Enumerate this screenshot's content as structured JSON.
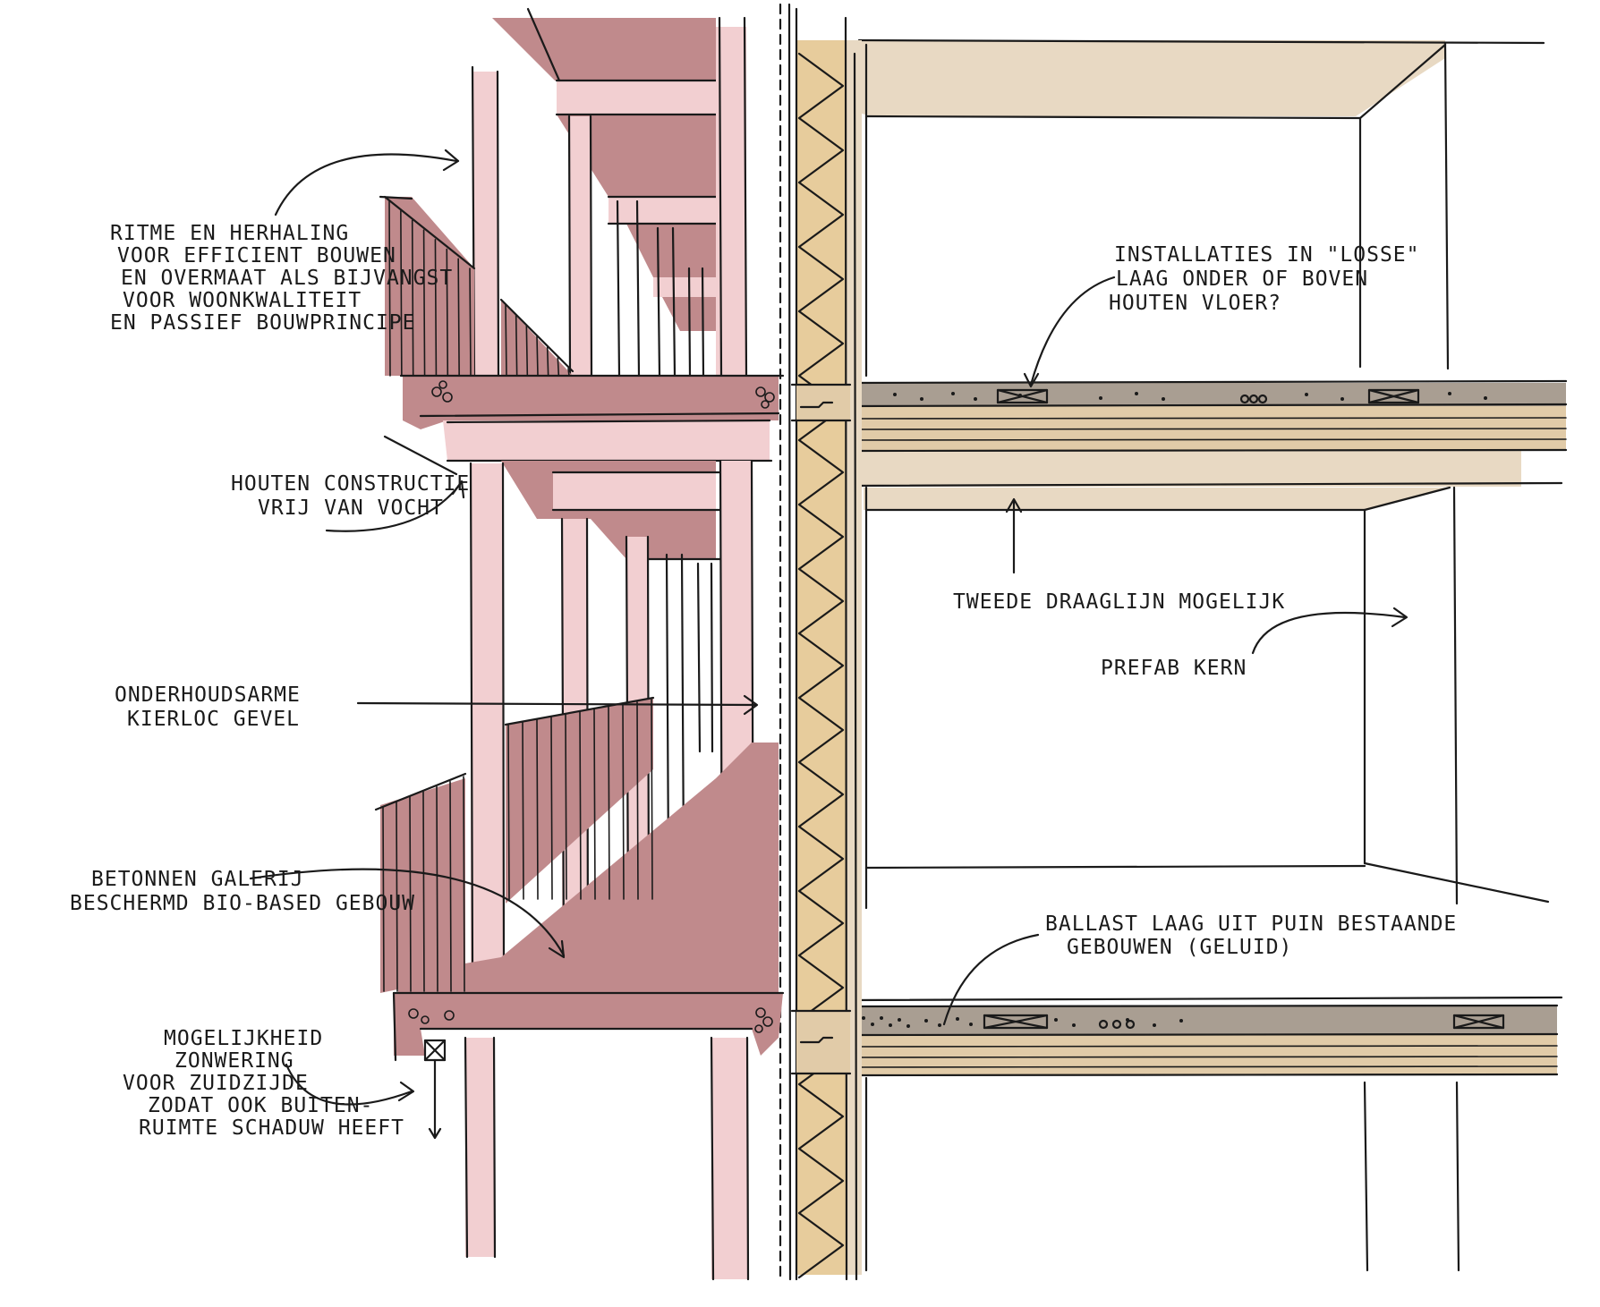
{
  "colors": {
    "gallery_dark": "#c08a8c",
    "gallery_light": "#f2cfd1",
    "timber": "#e8d9c3",
    "insulation": "#e7cc9c",
    "screed": "#a99e92",
    "clt": "#e1cba8",
    "ink": "#1a1a1a"
  },
  "annotations": {
    "ritme": [
      "RITME EN HERHALING",
      "VOOR EFFICIENT BOUWEN",
      "EN OVERMAAT ALS BIJVANGST",
      "VOOR WOONKWALITEIT",
      "EN PASSIEF BOUWPRINCIPE"
    ],
    "houten": [
      "HOUTEN CONSTRUCTIE",
      "VRIJ VAN VOCHT"
    ],
    "onderhoud": [
      "ONDERHOUDSARME",
      "KIERLOC GEVEL"
    ],
    "betonnen": [
      "BETONNEN GALERIJ",
      "BESCHERMD BIO-BASED GEBOUW"
    ],
    "mogelijkheid": [
      "MOGELIJKHEID",
      "ZONWERING",
      "VOOR ZUIDZIJDE",
      "ZODAT OOK BUITEN-",
      "RUIMTE SCHADUW HEEFT"
    ],
    "installaties": [
      "INSTALLATIES IN \"LOSSE\"",
      "LAAG ONDER OF BOVEN",
      "HOUTEN VLOER?"
    ],
    "tweede": [
      "TWEEDE DRAAGLIJN MOGELIJK"
    ],
    "prefab": [
      "PREFAB KERN"
    ],
    "ballast": [
      "BALLAST LAAG UIT PUIN BESTAANDE",
      "GEBOUWEN (GELUID)"
    ]
  }
}
